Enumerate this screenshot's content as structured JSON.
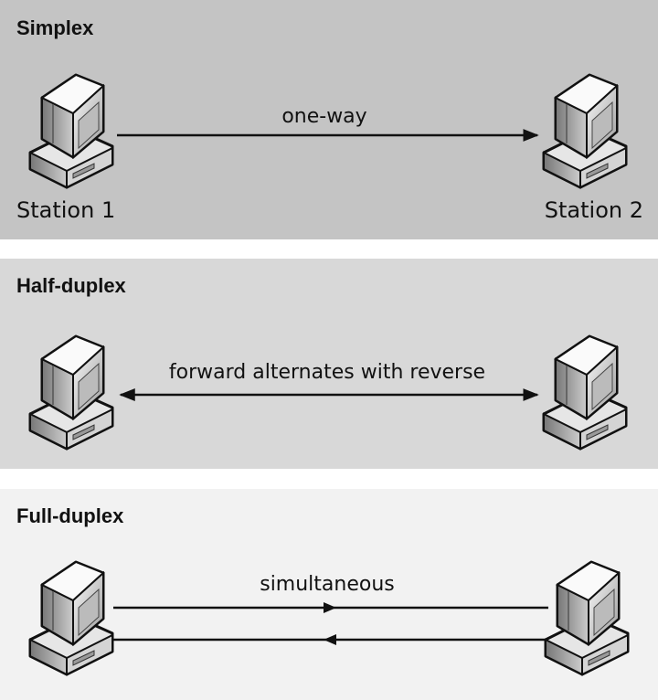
{
  "panels": {
    "simplex": {
      "title": "Simplex",
      "label": "one-way",
      "station_left": "Station 1",
      "station_right": "Station 2",
      "background": "#c4c4c4"
    },
    "half_duplex": {
      "title": "Half-duplex",
      "label": "forward alternates with reverse",
      "background": "#d8d8d8"
    },
    "full_duplex": {
      "title": "Full-duplex",
      "label": "simultaneous",
      "background": "#f2f2f2"
    }
  },
  "icons": {
    "station": "computer-icon"
  }
}
